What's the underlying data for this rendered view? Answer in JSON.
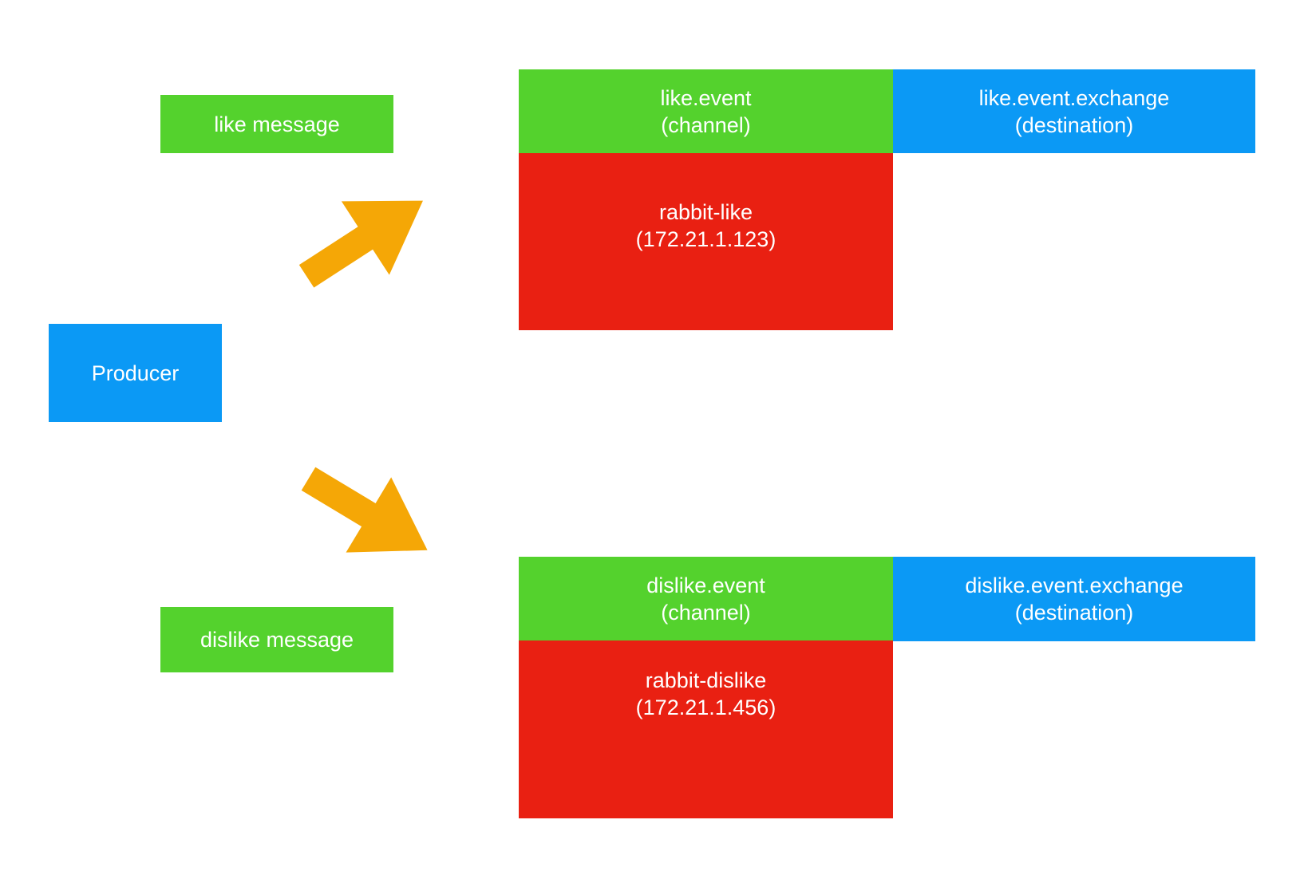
{
  "diagram": {
    "title": "producer-to-rabbitmq-message-flow",
    "producer": {
      "label": "Producer"
    },
    "messages": {
      "like": {
        "label": "like message"
      },
      "dislike": {
        "label": "dislike message"
      }
    },
    "groups": {
      "like": {
        "channel": {
          "line1": "like.event",
          "line2": "(channel)"
        },
        "exchange": {
          "line1": "like.event.exchange",
          "line2": "(destination)"
        },
        "broker": {
          "line1": "rabbit-like",
          "line2": "(172.21.1.123)"
        }
      },
      "dislike": {
        "channel": {
          "line1": "dislike.event",
          "line2": "(channel)"
        },
        "exchange": {
          "line1": "dislike.event.exchange",
          "line2": "(destination)"
        },
        "broker": {
          "line1": "rabbit-dislike",
          "line2": "(172.21.1.456)"
        }
      }
    },
    "icons": {
      "arrow_up": "arrow-up-right-icon",
      "arrow_down": "arrow-down-right-icon"
    },
    "colors": {
      "green": "#54d22d",
      "blue": "#0b99f5",
      "red": "#e92012",
      "orange": "#f5a706",
      "text": "#ffffff",
      "background": "#ffffff"
    }
  }
}
